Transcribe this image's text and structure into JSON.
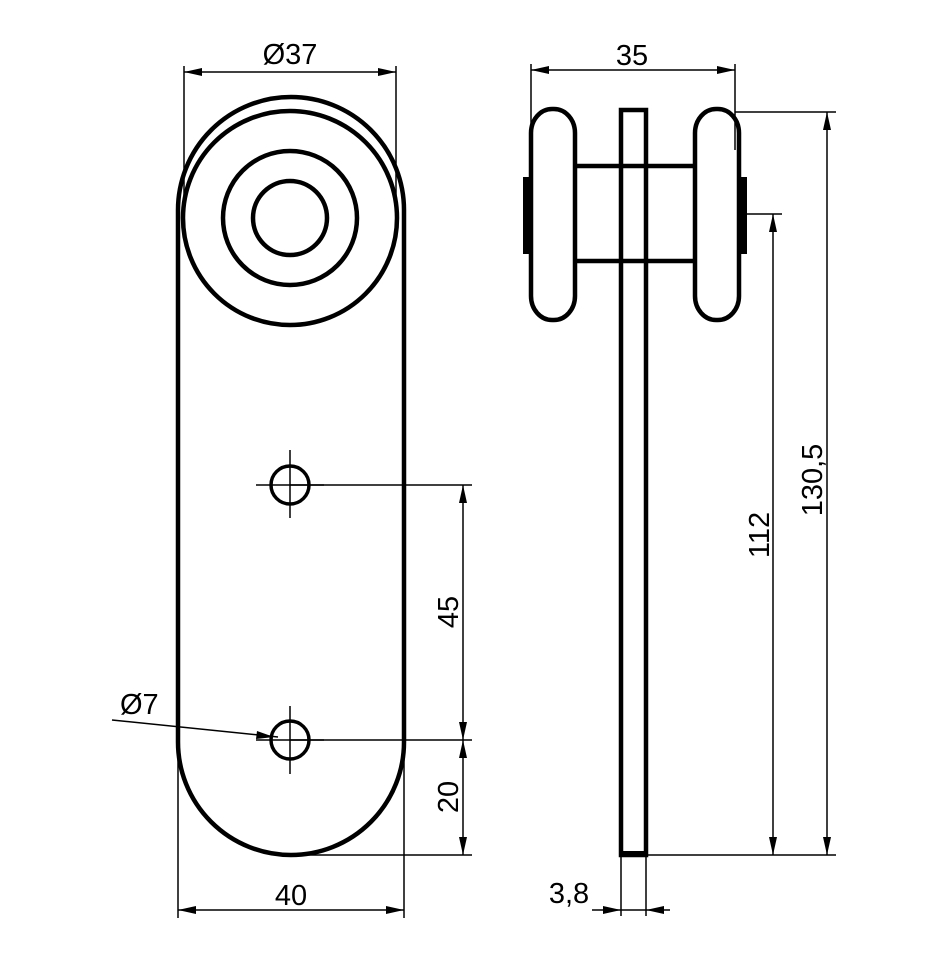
{
  "dimensions": {
    "wheel_diameter": "Ø37",
    "plate_width": "40",
    "hole_spacing": "45",
    "hole_to_end": "20",
    "hole_diameter": "Ø7",
    "side_width": "35",
    "plate_thickness": "3,8",
    "height_to_axle": "112",
    "overall_height": "130,5"
  }
}
